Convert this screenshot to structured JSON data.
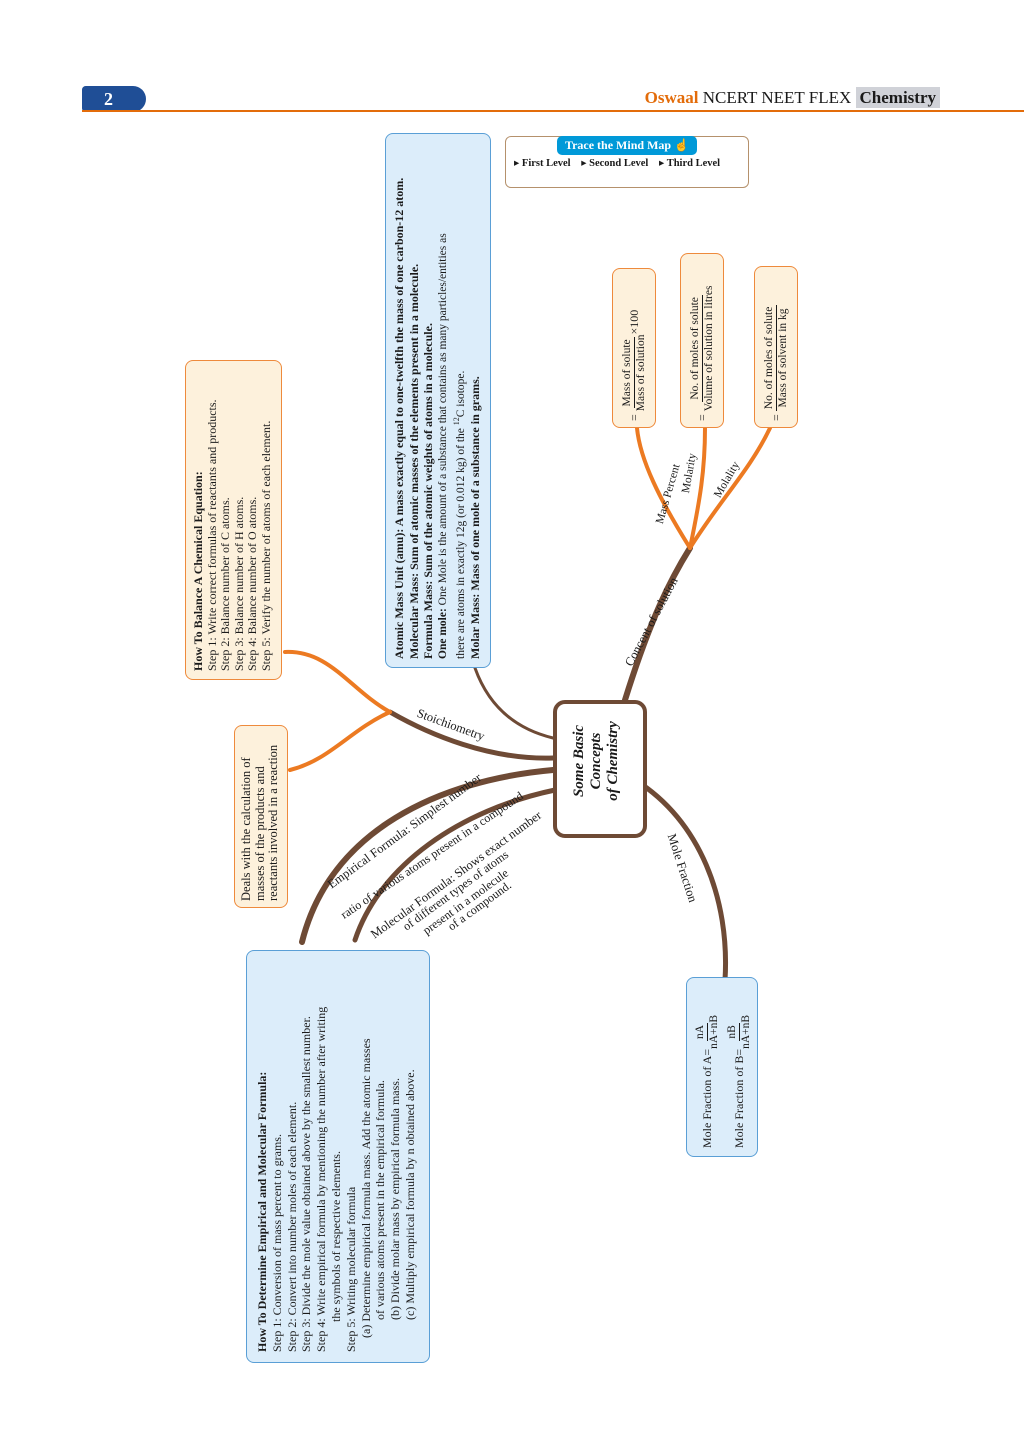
{
  "header": {
    "page_number": "2",
    "brand": "Oswaal",
    "series": "NCERT NEET FLEX",
    "subject": "Chemistry"
  },
  "legend": {
    "title": "Trace the  Mind Map",
    "first": "First Level",
    "second": "Second Level",
    "third": "Third Level"
  },
  "center": {
    "title": "Some Basic Concepts of Chemistry",
    "line1": "Some Basic",
    "line2": "Concepts",
    "line3": "of Chemistry"
  },
  "branch_labels": {
    "stoichiometry": "Stoichiometry",
    "empirical_1": "Empirical Formula: Simplest number",
    "empirical_2": "ratio of various atoms present in a compound",
    "molecular_1": "Molecular Formula: Shows exact number",
    "molecular_2": "of different types of atoms",
    "molecular_3": "present in a molecule",
    "molecular_4": "of a compound.",
    "concent": "Concent of solution",
    "mole_fraction": "Mole Fraction",
    "mass_percent": "Mass Percent",
    "molarity": "Molarity",
    "molality": "Molality"
  },
  "balance_box": {
    "title": "How To Balance A Chemical Equation:",
    "steps": [
      "Step 1: Write correct formulas of reactants and products.",
      "Step 2: Balance number of C atoms.",
      "Step 3: Balance number of H atoms.",
      "Step 4: Balance number of O atoms.",
      "Step 5: Verify the number of atoms of each element."
    ]
  },
  "stoich_box": {
    "lines": [
      "Deals with the calculation of",
      "masses of the products and",
      "reactants involved in a reaction"
    ]
  },
  "definitions_box": {
    "amu_term": "Atomic Mass Unit (amu):",
    "amu_text": " A mass exactly equal to one-twelfth the mass of one carbon-12 atom.",
    "molecular_term": "Molecular Mass:",
    "molecular_text": " Sum of atomic masses of the elements present in a molecule.",
    "formula_term": "Formula Mass:",
    "formula_text": " Sum of the atomic weights of atoms in a molecule.",
    "mole_term": "One mole:",
    "mole_text_1": " One Mole is the amount of a substance that contains as many particles/entities as",
    "mole_text_2": "there are atoms in exactly 12g (or 0.012 kg) of the ",
    "mole_sup": "12",
    "mole_text_3": "C isotope.",
    "molar_term": "Molar Mass:",
    "molar_text": " Mass of one mole of a substance in grams."
  },
  "formula_boxes": {
    "mass_percent": {
      "eq": "=",
      "num": "Mass of solute",
      "den": "Mass of solution",
      "suffix": "×100"
    },
    "molarity": {
      "eq": "=",
      "num": "No. of moles of solute",
      "den": "Volume of solution in litres"
    },
    "molality": {
      "eq": "=",
      "num": "No. of moles of solute",
      "den": "Mass of solvent in kg"
    }
  },
  "mole_fraction_box": {
    "a_label": "Mole Fraction of A=",
    "a_num": "nA",
    "a_den": "nA+nB",
    "b_label": "Mole Fraction of B=",
    "b_num": "nB",
    "b_den": "nA+nB"
  },
  "empirical_box": {
    "title": "How To Determine Empirical and Molecular Formula:",
    "lines": [
      "Step 1: Conversion of mass percent to grams.",
      "Step 2: Convert into number moles of each element.",
      "Step 3: Divide the mole value obtained above by the smallest number.",
      "Step 4: Write empirical formula by mentioning the number after writing",
      "the symbols of respective elements.",
      "Step 5: Writing molecular formula",
      "(a) Determine empirical formula mass. Add the atomic masses",
      "of various atoms present in the empirical formula.",
      "(b) Divide molar mass by empirical formula mass.",
      "(c) Multiply empirical formula by n obtained above."
    ]
  },
  "colors": {
    "first_level": "#6e4a35",
    "second_level": "#ec7a22",
    "third_level": "#f09a4e",
    "header_bar": "#1f4e96",
    "brand": "#e36c0a",
    "legend_title_bg": "#0099d8"
  }
}
